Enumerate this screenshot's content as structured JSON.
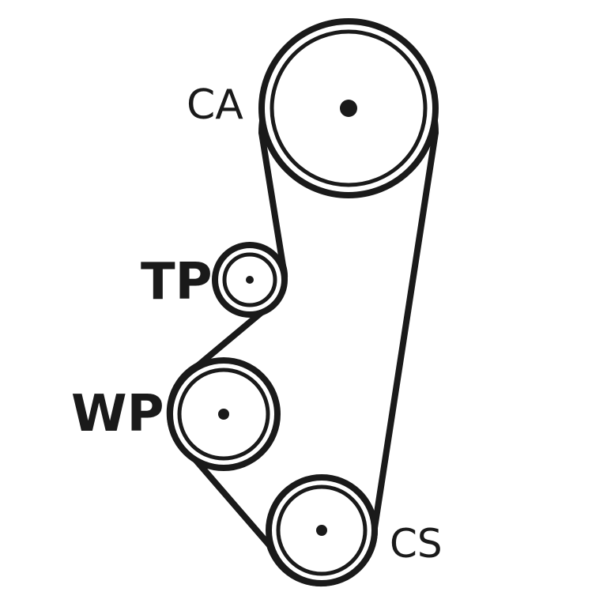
{
  "diagram": {
    "ink": "#1a1a1a",
    "background": "#ffffff",
    "pulleys": {
      "ca": {
        "label": "CA"
      },
      "tp": {
        "label": "TP"
      },
      "wp": {
        "label": "WP"
      },
      "cs": {
        "label": "CS"
      }
    }
  }
}
